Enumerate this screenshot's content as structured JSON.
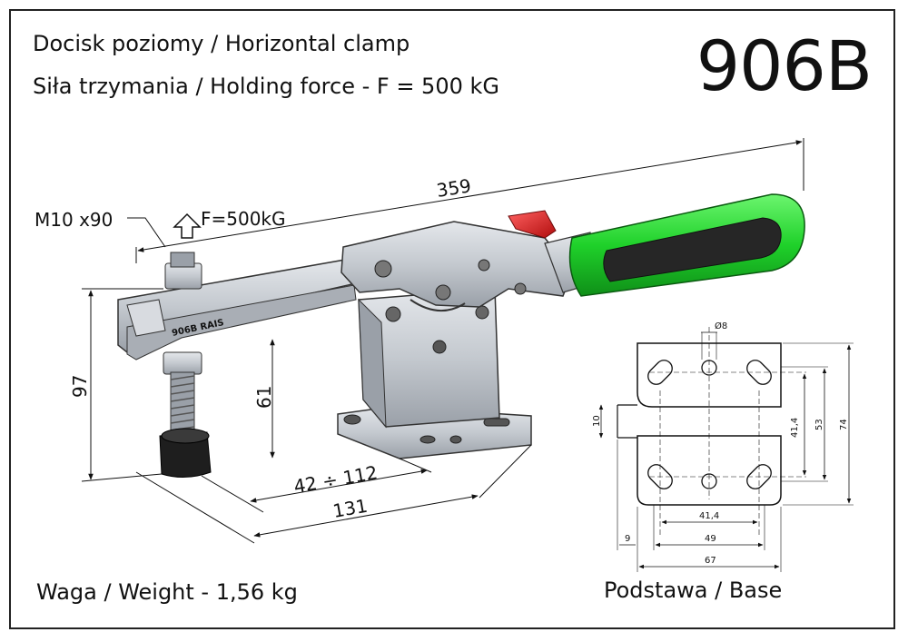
{
  "header": {
    "title_line1": "Docisk poziomy / Horizontal clamp",
    "title_line2": "Siła trzymania / Holding force - F = 500 kG",
    "model": "906B"
  },
  "footer": {
    "weight": "Waga / Weight - 1,56 kg",
    "base_caption": "Podstawa / Base"
  },
  "main_view": {
    "thread_label": "M10 x90",
    "force_label": "F=500kG",
    "arm_marking": "906B RAIS",
    "dim_length": "359",
    "dim_height": "97",
    "dim_spindle_height": "61",
    "dim_range": "42 ÷ 112",
    "dim_depth": "131"
  },
  "base_view": {
    "hole_dia": "Ø8",
    "dim_slot_width": "10",
    "dim_inner_height": "41,4",
    "dim_mid_height": "53",
    "dim_total_height": "74",
    "dim_inner_width": "41,4",
    "dim_mid_width": "49",
    "dim_offset": "9",
    "dim_total_width": "67"
  },
  "colors": {
    "frame": "#222222",
    "metal": "#c8ccd2",
    "metal_dark": "#8e949c",
    "grip_green": "#1fd12a",
    "grip_black": "#222222",
    "lever_red": "#e21b1b",
    "rubber_tip": "#1e1e1e"
  }
}
